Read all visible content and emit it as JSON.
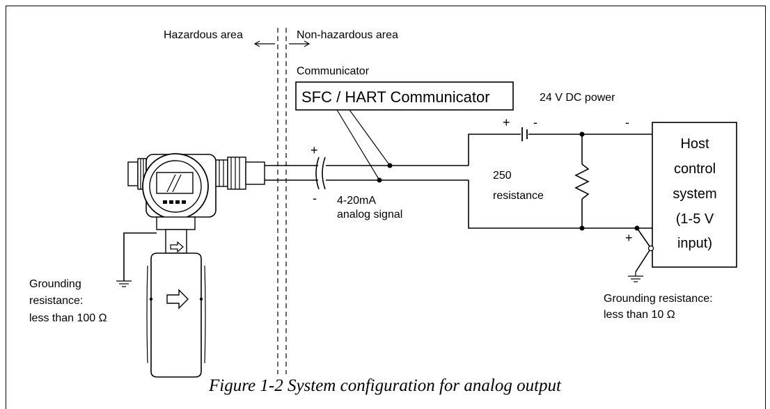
{
  "area": {
    "hazardous": "Hazardous area",
    "non_hazardous": "Non-hazardous area"
  },
  "communicator": {
    "title": "Communicator",
    "box_label": "SFC / HART Communicator"
  },
  "power": {
    "label": "24 V DC power",
    "plus": "+",
    "minus": "-",
    "minus_right": "-"
  },
  "signal": {
    "plus": "+",
    "minus": "-",
    "line1": "4-20mA",
    "line2": "analog signal"
  },
  "resistor": {
    "line1": "250",
    "line2": "resistance"
  },
  "host": {
    "lines": [
      "Host",
      "control",
      "system",
      "(1-5 V",
      "input)"
    ],
    "plus": "+"
  },
  "grounding_left": {
    "lines": [
      "Grounding",
      "resistance:",
      "less than 100 Ω"
    ]
  },
  "grounding_right": {
    "lines": [
      "Grounding resistance:",
      "less than 10 Ω"
    ]
  },
  "caption": "Figure 1-2  System configuration for analog output",
  "icons": [
    "flowmeter-transmitter-icon",
    "ground-symbol-icon",
    "battery-icon",
    "resistor-icon",
    "cable-break-icon",
    "flow-arrow-icon"
  ],
  "colors": {
    "line": "#000000",
    "background": "#ffffff"
  }
}
